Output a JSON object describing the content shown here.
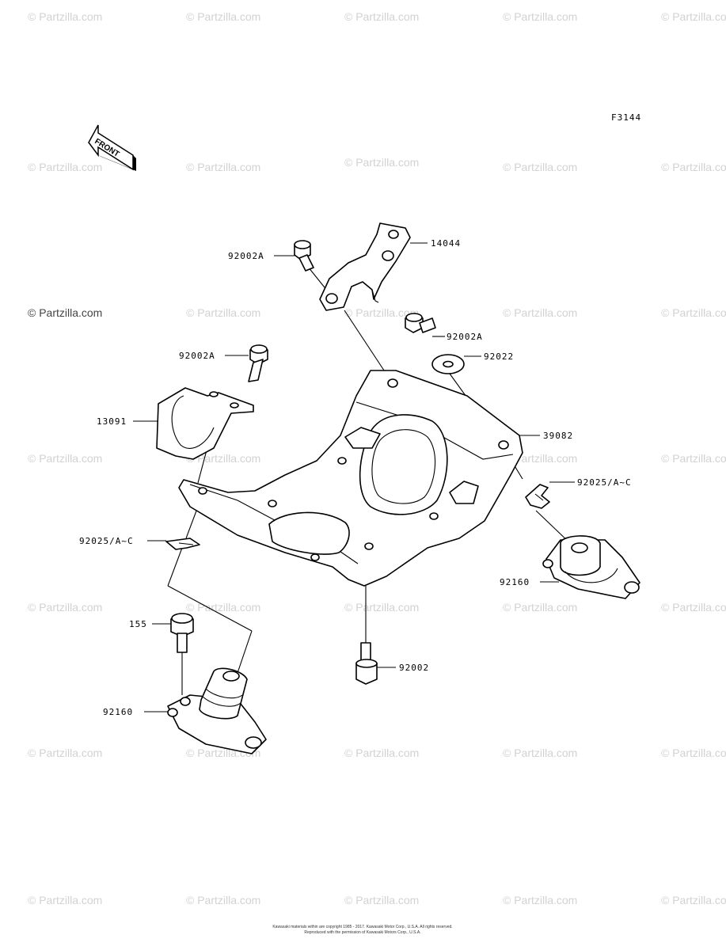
{
  "diagram": {
    "figure_code": "F3144",
    "front_label": "FRONT",
    "callouts": [
      {
        "id": "c1",
        "text": "14044"
      },
      {
        "id": "c2",
        "text": "92002A"
      },
      {
        "id": "c3",
        "text": "92002A"
      },
      {
        "id": "c4",
        "text": "92002A"
      },
      {
        "id": "c5",
        "text": "92022"
      },
      {
        "id": "c6",
        "text": "13091"
      },
      {
        "id": "c7",
        "text": "39082"
      },
      {
        "id": "c8",
        "text": "92025/A~C"
      },
      {
        "id": "c9",
        "text": "92025/A~C"
      },
      {
        "id": "c10",
        "text": "92160"
      },
      {
        "id": "c11",
        "text": "155"
      },
      {
        "id": "c12",
        "text": "92002"
      },
      {
        "id": "c13",
        "text": "92160"
      }
    ]
  },
  "watermark": {
    "text": "© Partzilla.com",
    "color": "#d2d2d2"
  },
  "copyright": {
    "line1": "Kawasaki materials within are copyright 1985 - 2017. Kawasaki Motor Corp., U.S.A. All rights reserved.",
    "line2": "Reproduced with the permission of Kawasaki Motors Corp., U.S.A."
  }
}
